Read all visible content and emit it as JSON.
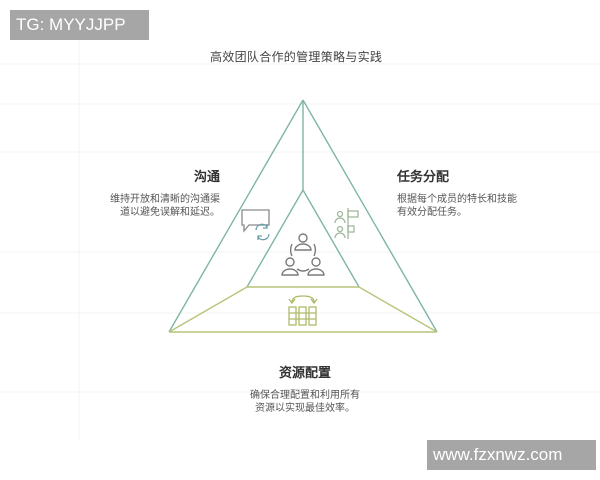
{
  "watermarks": {
    "top_left": "TG: MYYJJPP",
    "bottom_right": "www.fzxnwz.com"
  },
  "diagram": {
    "title": "高效团队合作的管理策略与实践",
    "sections": {
      "communication": {
        "title": "沟通",
        "description": "维持开放和清晰的沟通渠道以避免误解和延迟。",
        "icon": "chat-refresh-icon"
      },
      "task_allocation": {
        "title": "任务分配",
        "description": "根据每个成员的特长和技能有效分配任务。",
        "icon": "person-task-list-icon"
      },
      "resource_allocation": {
        "title": "资源配置",
        "description": "确保合理配置和利用所有资源以实现最佳效率。",
        "icon": "resource-grid-swap-icon"
      },
      "center": {
        "icon": "team-circle-icon"
      }
    },
    "colors": {
      "teal_line": "#7fb5a6",
      "olive_line": "#b9c47a",
      "icon_gray": "#777777",
      "icon_teal": "#6a9fa9",
      "icon_olive": "#b0b96a"
    }
  }
}
